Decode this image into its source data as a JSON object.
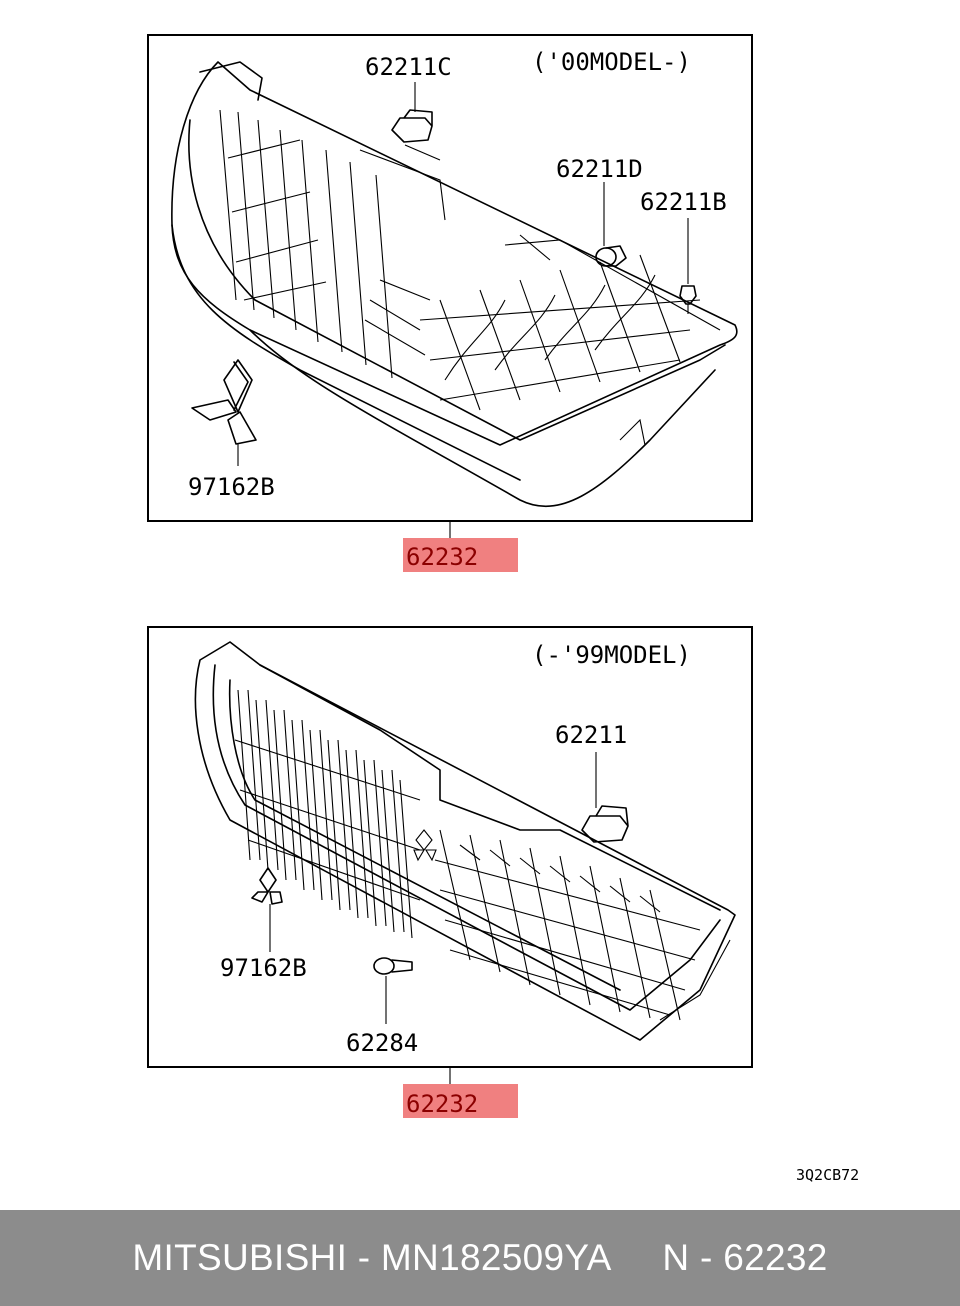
{
  "panels": [
    {
      "model_label": "('00MODEL-)",
      "callouts": [
        {
          "id": "62211C"
        },
        {
          "id": "62211D"
        },
        {
          "id": "62211B"
        },
        {
          "id": "97162B"
        }
      ],
      "assembly_part": "62232"
    },
    {
      "model_label": "(-'99MODEL)",
      "callouts": [
        {
          "id": "62211"
        },
        {
          "id": "97162B"
        },
        {
          "id": "62284"
        }
      ],
      "assembly_part": "62232"
    }
  ],
  "diagram_code": "3Q2CB72",
  "footer": {
    "text": "MITSUBISHI - MN182509YA     N - 62232"
  },
  "colors": {
    "highlight": "#f08080",
    "highlight_text": "#8b0000",
    "footer_bg": "#8c8c8c",
    "footer_text": "#ffffff"
  }
}
